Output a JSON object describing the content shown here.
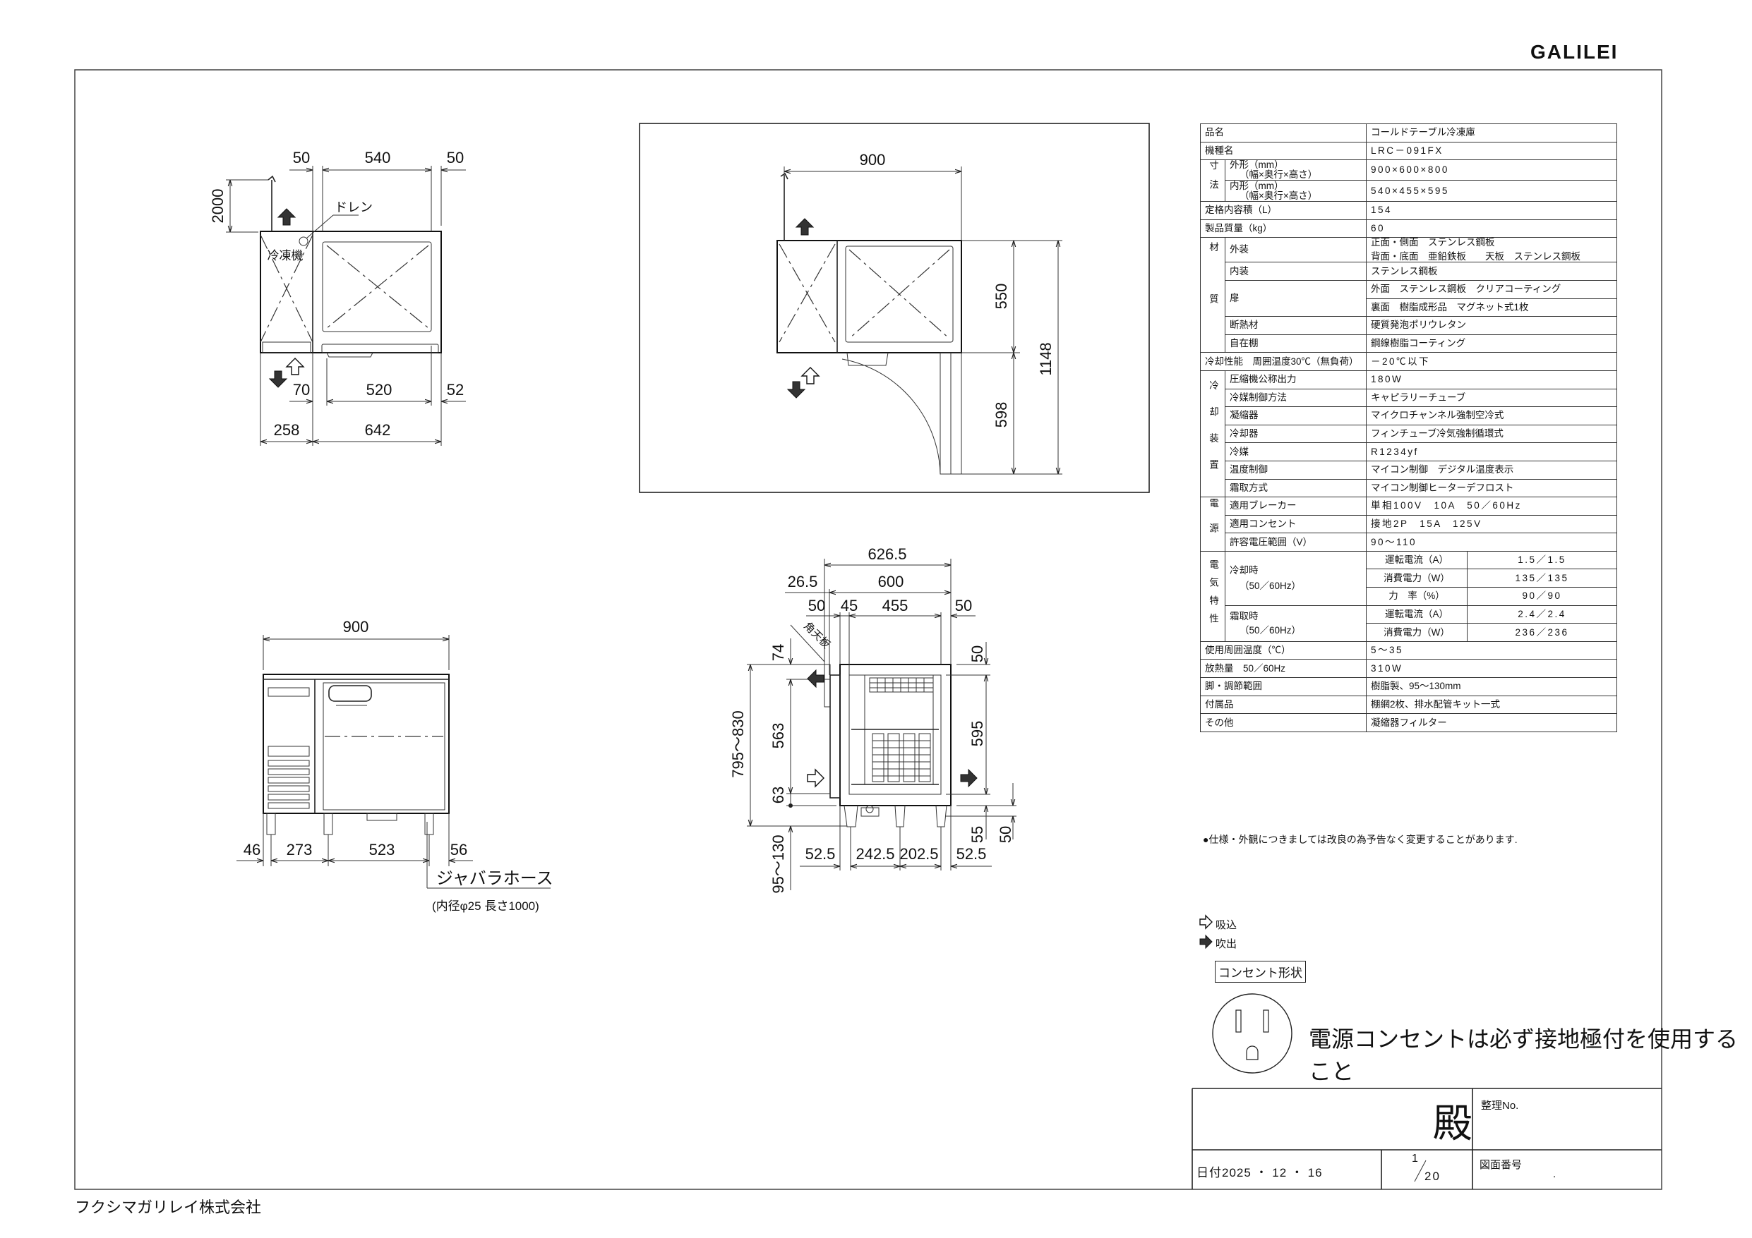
{
  "brand": "GALILEI",
  "company": "フクシマガリレイ株式会社",
  "plan_view": {
    "dims_top": [
      "50",
      "540",
      "50"
    ],
    "dims_bottom": [
      "70",
      "520",
      "52"
    ],
    "dims_total": [
      "258",
      "642"
    ],
    "cord_height": "2000",
    "drain_label": "ドレン",
    "compressor_label": "冷凍機"
  },
  "open_plan_view": {
    "width": "900",
    "depth_body": "550",
    "depth_door": "598",
    "depth_total": "1148"
  },
  "front_view": {
    "width": "900",
    "dims_bottom": [
      "46",
      "273",
      "523",
      "56"
    ],
    "hose_label": "ジャバラホース",
    "hose_spec": "(内径φ25 長さ1000)"
  },
  "side_view": {
    "total_depth": "626.5",
    "depth": "600",
    "offset": "26.5",
    "dims_inner": [
      "50",
      "45",
      "455",
      "50"
    ],
    "top_label": "角天板",
    "left_dims": [
      "74",
      "563",
      "63",
      "95～130"
    ],
    "height_range": "795～830",
    "right_dims": [
      "50",
      "595",
      "55",
      "50"
    ],
    "bottom_dims": [
      "52.5",
      "242.5",
      "202.5",
      "52.5"
    ]
  },
  "specs": {
    "product": {
      "label": "品名",
      "value": "コールドテーブル冷凍庫"
    },
    "model": {
      "label": "機種名",
      "value": "LRC－091FX"
    },
    "dimensions": {
      "group": "寸法",
      "outer_label": "外形（mm）",
      "outer_sub": "（幅×奥行×高さ）",
      "outer": "900×600×800",
      "inner_label": "内形（mm）",
      "inner_sub": "（幅×奥行×高さ）",
      "inner": "540×455×595"
    },
    "capacity": {
      "label": "定格内容積（L）",
      "value": "154"
    },
    "weight": {
      "label": "製品質量（kg）",
      "value": "60"
    },
    "materials": {
      "group": "材質",
      "exterior_label": "外装",
      "exterior": [
        "正面・側面　ステンレス鋼板",
        "背面・底面　亜鉛鉄板　　天板　ステンレス鋼板"
      ],
      "interior_label": "内装",
      "interior": "ステンレス鋼板",
      "door_label": "扉",
      "door": [
        "外面　ステンレス鋼板　クリアコーティング",
        "裏面　樹脂成形品　マグネット式1枚"
      ],
      "insulation_label": "断熱材",
      "insulation": "硬質発泡ポリウレタン",
      "shelf_label": "自在棚",
      "shelf": "鋼線樹脂コーティング"
    },
    "cooling_performance": {
      "label": "冷却性能　周囲温度30℃（無負荷）",
      "value": "－20℃以下"
    },
    "cooling_unit": {
      "group": "冷却装置",
      "rows": [
        [
          "圧縮機公称出力",
          "180W"
        ],
        [
          "冷媒制御方法",
          "キャピラリーチューブ"
        ],
        [
          "凝縮器",
          "マイクロチャンネル強制空冷式"
        ],
        [
          "冷却器",
          "フィンチューブ冷気強制循環式"
        ],
        [
          "冷媒",
          "R1234yf"
        ],
        [
          "温度制御",
          "マイコン制御　デジタル温度表示"
        ],
        [
          "霜取方式",
          "マイコン制御ヒーターデフロスト"
        ]
      ]
    },
    "power": {
      "group": "電源",
      "rows": [
        [
          "適用ブレーカー",
          "単相100V　10A　50／60Hz"
        ],
        [
          "適用コンセント",
          "接地2P　15A　125V"
        ],
        [
          "許容電圧範囲（V）",
          "90～110"
        ]
      ]
    },
    "electrical": {
      "group": "電気特性",
      "cooling_label": "冷却時",
      "cooling_sub": "（50／60Hz）",
      "cooling": [
        [
          "運転電流（A）",
          "1.5／1.5"
        ],
        [
          "消費電力（W）",
          "135／135"
        ],
        [
          "力　率（%）",
          "90／90"
        ]
      ],
      "defrost_label": "霜取時",
      "defrost_sub": "（50／60Hz）",
      "defrost": [
        [
          "運転電流（A）",
          "2.4／2.4"
        ],
        [
          "消費電力（W）",
          "236／236"
        ]
      ]
    },
    "others": [
      [
        "使用周囲温度（℃）",
        "5～35"
      ],
      [
        "放熱量　50／60Hz",
        "310W"
      ],
      [
        "脚・調節範囲",
        "樹脂製、95～130mm"
      ],
      [
        "付属品",
        "棚網2枚、排水配管キット一式"
      ],
      [
        "その他",
        "凝縮器フィルター"
      ]
    ]
  },
  "note": "●仕様・外観につきましては改良の為予告なく変更することがあります.",
  "legend": {
    "intake": "吸込",
    "exhaust": "吹出"
  },
  "outlet": {
    "title": "コンセント形状",
    "warning": "電源コンセントは必ず接地極付を使用すること"
  },
  "title_block": {
    "addressee_suffix": "殿",
    "ref_no_label": "整理No.",
    "date": "日付2025 ・ 12 ・ 16",
    "scale_num": "1",
    "scale_den": "20",
    "drawing_no_label": "図面番号",
    "drawing_no_value": "."
  }
}
